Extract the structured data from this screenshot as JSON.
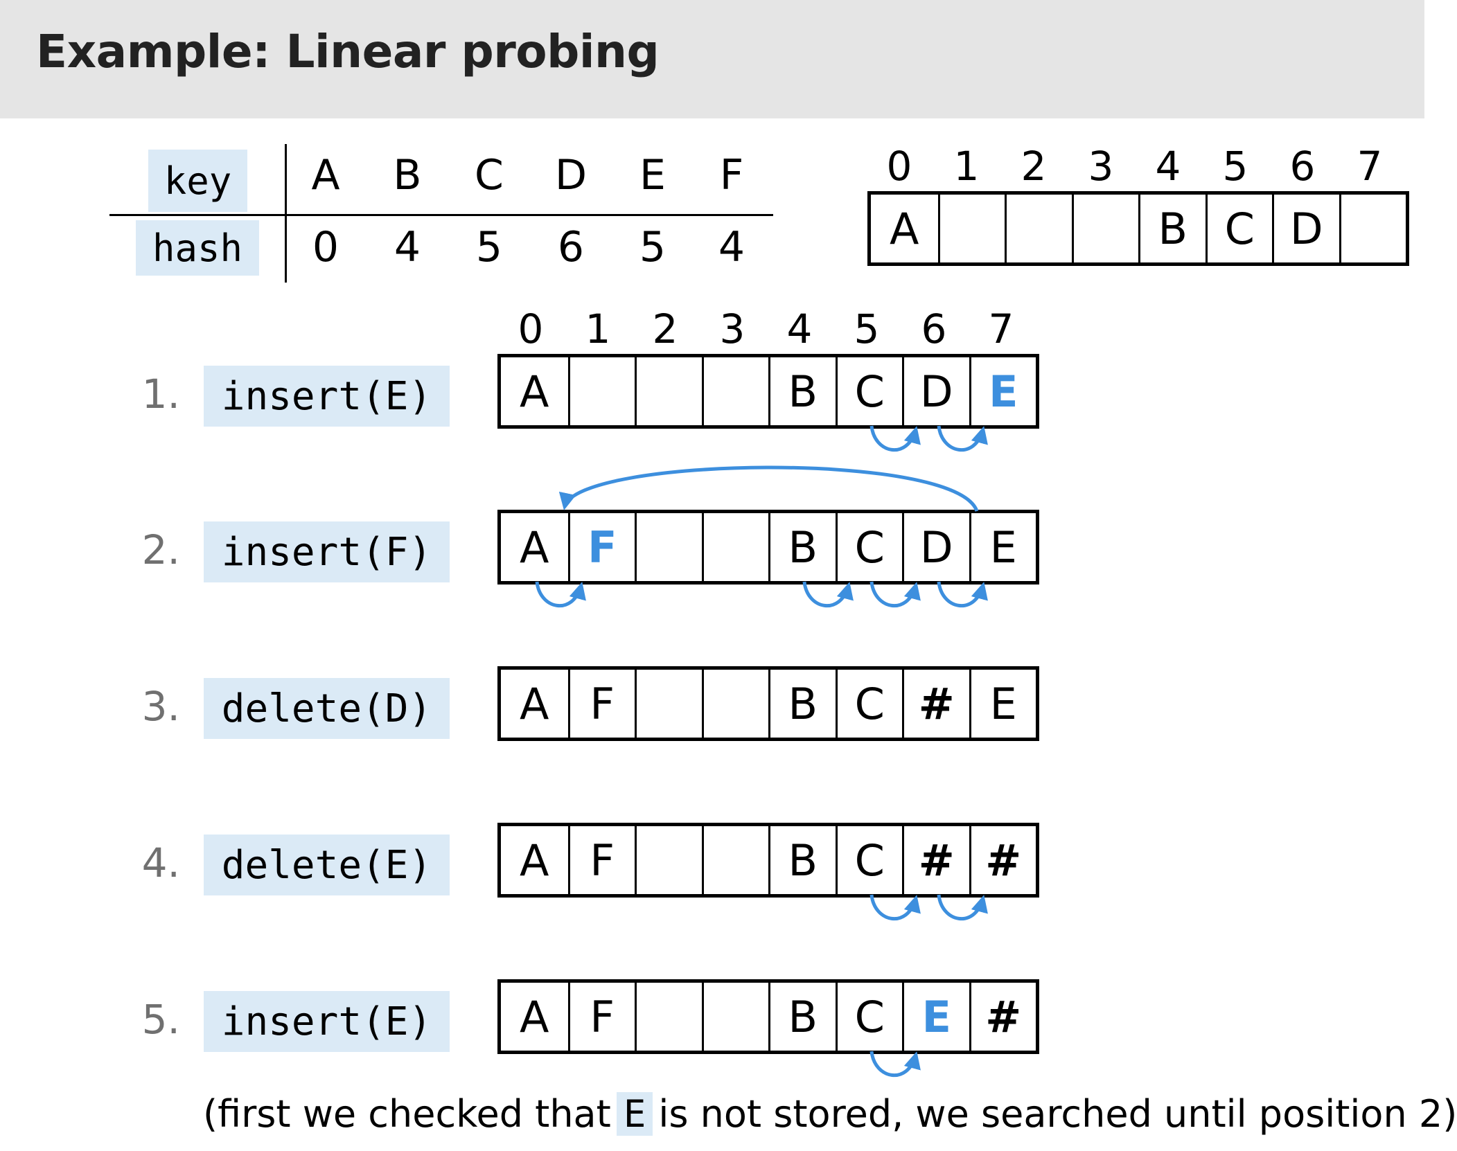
{
  "title": "Example: Linear probing",
  "key_table": {
    "key_label": "key",
    "hash_label": "hash",
    "keys": [
      "A",
      "B",
      "C",
      "D",
      "E",
      "F"
    ],
    "hashes": [
      "0",
      "4",
      "5",
      "6",
      "5",
      "4"
    ]
  },
  "initial_table": {
    "indices": [
      "0",
      "1",
      "2",
      "3",
      "4",
      "5",
      "6",
      "7"
    ],
    "cells": [
      "A",
      "",
      "",
      "",
      "B",
      "C",
      "D",
      ""
    ]
  },
  "steps_indices": [
    "0",
    "1",
    "2",
    "3",
    "4",
    "5",
    "6",
    "7"
  ],
  "steps": [
    {
      "number": "1.",
      "op": "insert(E)",
      "cells": [
        "A",
        "",
        "",
        "",
        "B",
        "C",
        "D",
        "E"
      ],
      "highlight": [
        7
      ],
      "tombstones": []
    },
    {
      "number": "2.",
      "op": "insert(F)",
      "cells": [
        "A",
        "F",
        "",
        "",
        "B",
        "C",
        "D",
        "E"
      ],
      "highlight": [
        1
      ],
      "tombstones": []
    },
    {
      "number": "3.",
      "op": "delete(D)",
      "cells": [
        "A",
        "F",
        "",
        "",
        "B",
        "C",
        "#",
        "E"
      ],
      "highlight": [],
      "tombstones": [
        6
      ]
    },
    {
      "number": "4.",
      "op": "delete(E)",
      "cells": [
        "A",
        "F",
        "",
        "",
        "B",
        "C",
        "#",
        "#"
      ],
      "highlight": [],
      "tombstones": [
        6,
        7
      ]
    },
    {
      "number": "5.",
      "op": "insert(E)",
      "cells": [
        "A",
        "F",
        "",
        "",
        "B",
        "C",
        "E",
        "#"
      ],
      "highlight": [
        6
      ],
      "tombstones": [
        7
      ]
    }
  ],
  "note": {
    "before": "(first we checked that",
    "chip": "E",
    "after": "is not stored, we searched until position 2)"
  },
  "colors": {
    "accent": "#3d8fde",
    "chip_bg": "#dbeaf6",
    "header_bg": "#e5e5e5"
  }
}
